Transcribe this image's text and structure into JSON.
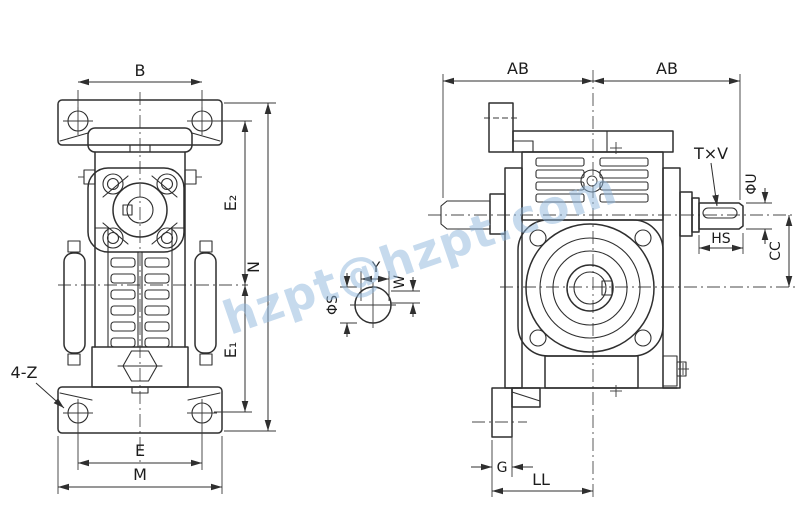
{
  "watermark": "hzpt@hzpt.com",
  "palette": {
    "line": "#2f2f2f",
    "centerline": "#4a4a4a",
    "watermark": "#8fb7dd",
    "background": "#ffffff",
    "label": "#1c1c1c"
  },
  "front_view": {
    "dim_B": "B",
    "dim_E2": "E₂",
    "dim_N": "N",
    "dim_E1": "E₁",
    "dim_E": "E",
    "dim_M": "M",
    "label_holes": "4-Z"
  },
  "shaft_detail": {
    "dim_Y": "Y",
    "dim_W": "W",
    "dim_S": "ΦS"
  },
  "side_view": {
    "dim_AB_left": "AB",
    "dim_AB_right": "AB",
    "label_key": "T×V",
    "dim_U": "ΦU",
    "dim_HS": "HS",
    "dim_CC": "CC",
    "dim_G": "G",
    "dim_LL": "LL"
  }
}
